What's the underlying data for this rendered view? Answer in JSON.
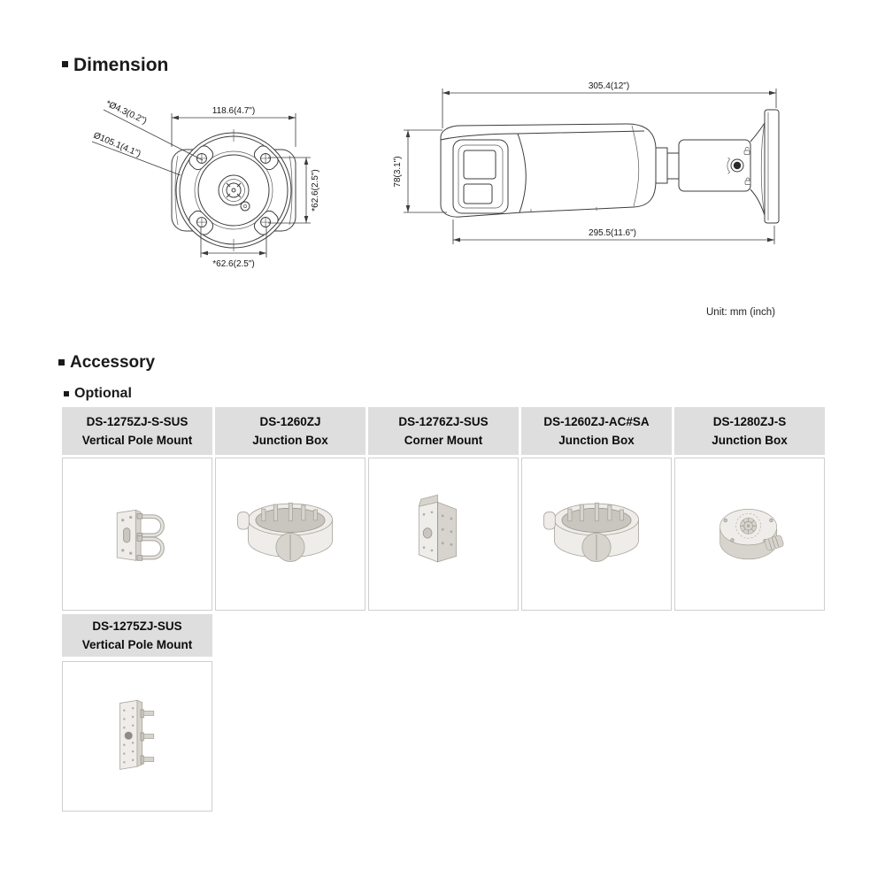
{
  "colors": {
    "header_bg": "#dedede",
    "cell_border": "#cfcfcf",
    "drawing_line": "#3c3c3c",
    "text": "#111111"
  },
  "dimension_section": {
    "title": "Dimension",
    "unit_note": "Unit: mm (inch)",
    "front_view": {
      "screw_hole_dia_label": "*Ø4.3(0.2\")",
      "base_dia_label": "Ø105.1(4.1\")",
      "overall_width_label": "118.6(4.7\")",
      "screw_span_vertical_label": "*62.6(2.5\")",
      "screw_span_horizontal_label": "*62.6(2.5\")"
    },
    "side_view": {
      "overall_length_label": "305.4(12\")",
      "body_height_label": "78(3.1\")",
      "body_length_label": "295.5(11.6\")"
    }
  },
  "accessory_section": {
    "title": "Accessory",
    "subtitle": "Optional",
    "row1": [
      {
        "model": "DS-1275ZJ-S-SUS",
        "type": "Vertical Pole Mount",
        "icon": "vertical-pole-mount"
      },
      {
        "model": "DS-1260ZJ",
        "type": "Junction Box",
        "icon": "junction-box-round"
      },
      {
        "model": "DS-1276ZJ-SUS",
        "type": "Corner Mount",
        "icon": "corner-mount"
      },
      {
        "model": "DS-1260ZJ-AC#SA",
        "type": "Junction Box",
        "icon": "junction-box-round"
      },
      {
        "model": "DS-1280ZJ-S",
        "type": "Junction Box",
        "icon": "junction-box-flat"
      }
    ],
    "row2": [
      {
        "model": "DS-1275ZJ-SUS",
        "type": "Vertical Pole Mount",
        "icon": "vertical-pole-mount-tall"
      }
    ]
  }
}
